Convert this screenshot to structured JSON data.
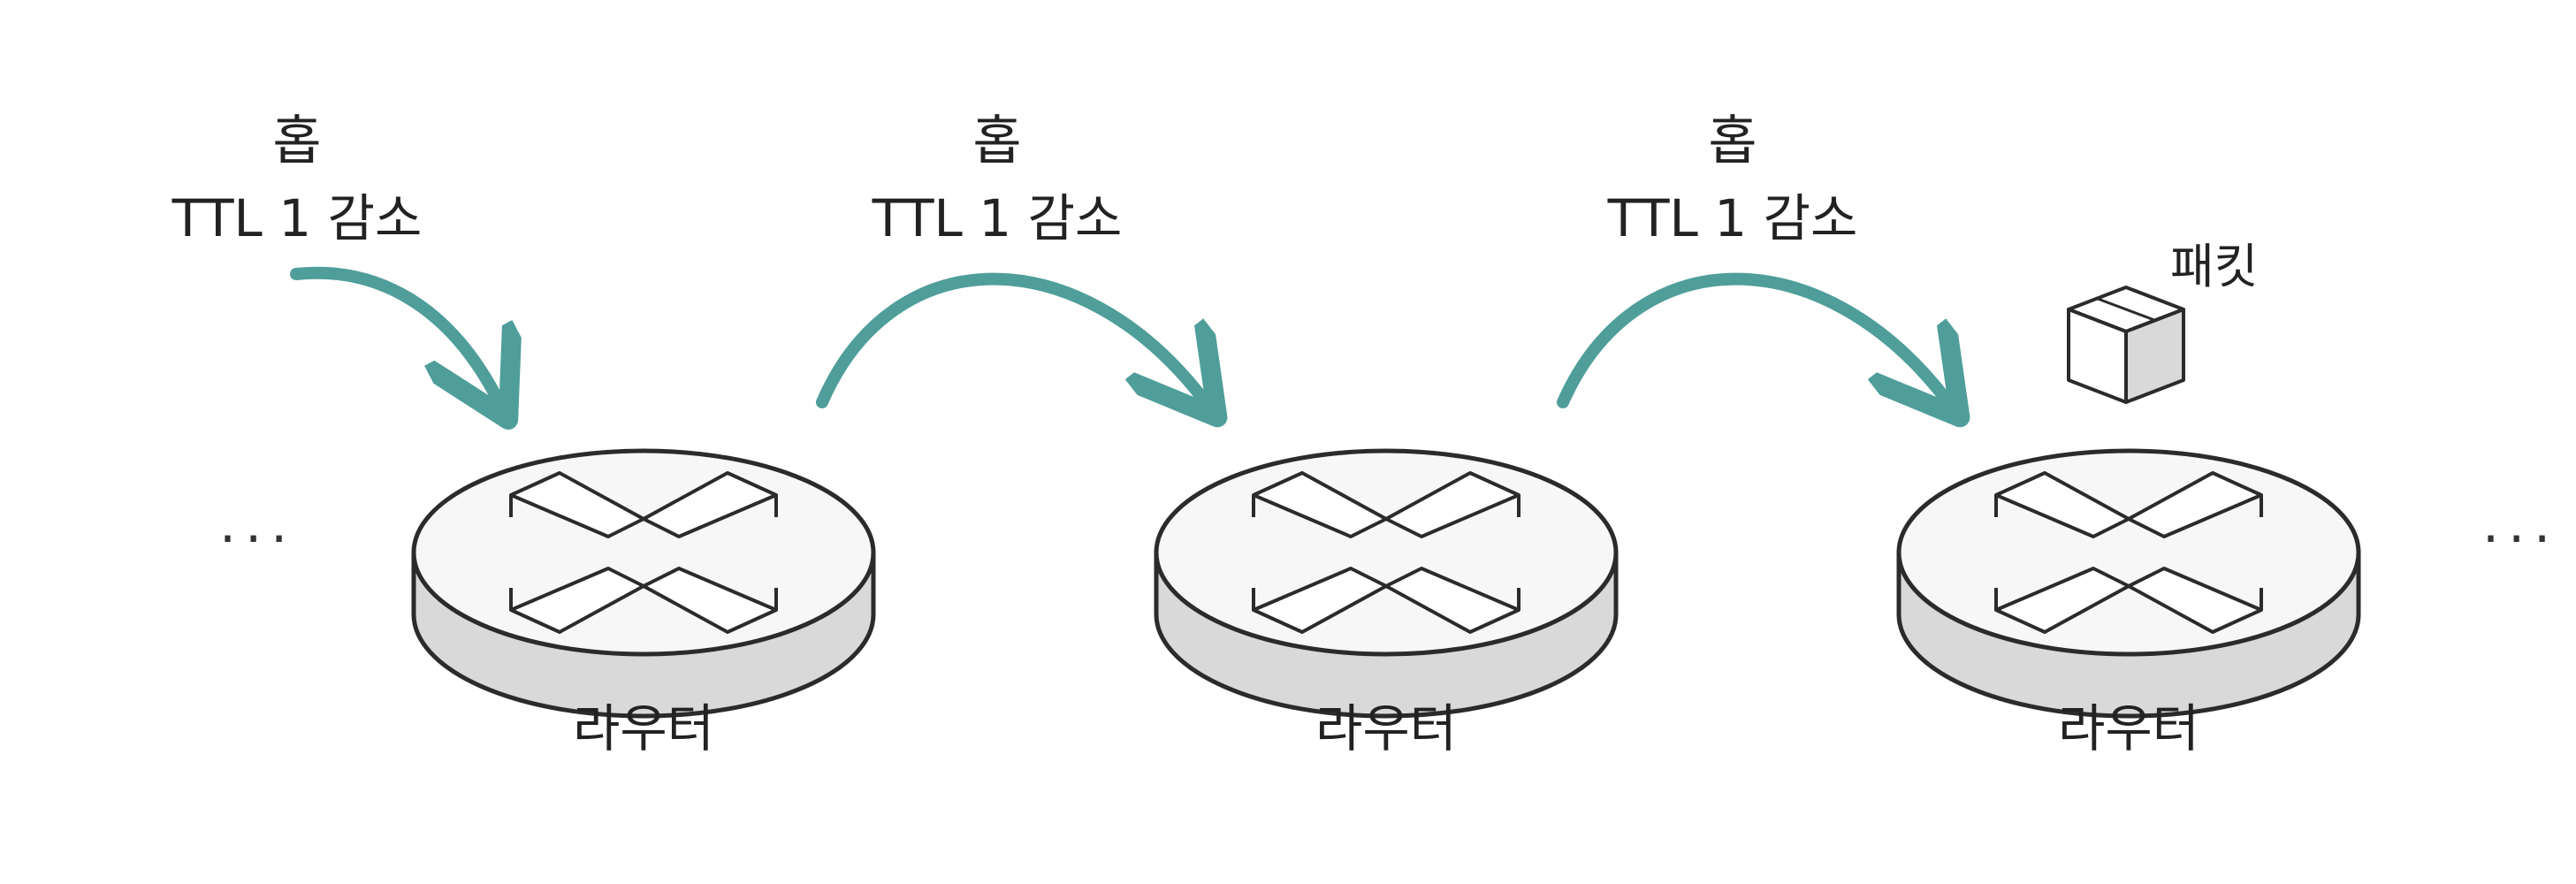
{
  "colors": {
    "arrow": "#4f9e9a",
    "router_side": "#d9d9d9",
    "router_top": "#f7f7f7",
    "outline": "#2b2b2b",
    "text": "#222222"
  },
  "hops": [
    {
      "title": "홉",
      "ttl": "TTL 1 감소"
    },
    {
      "title": "홉",
      "ttl": "TTL 1 감소"
    },
    {
      "title": "홉",
      "ttl": "TTL 1 감소"
    }
  ],
  "routers": [
    {
      "label": "라우터"
    },
    {
      "label": "라우터"
    },
    {
      "label": "라우터"
    }
  ],
  "packet": {
    "label": "패킷",
    "icon": "packet-box-icon"
  },
  "ellipsis": {
    "left": "···",
    "right": "···"
  }
}
